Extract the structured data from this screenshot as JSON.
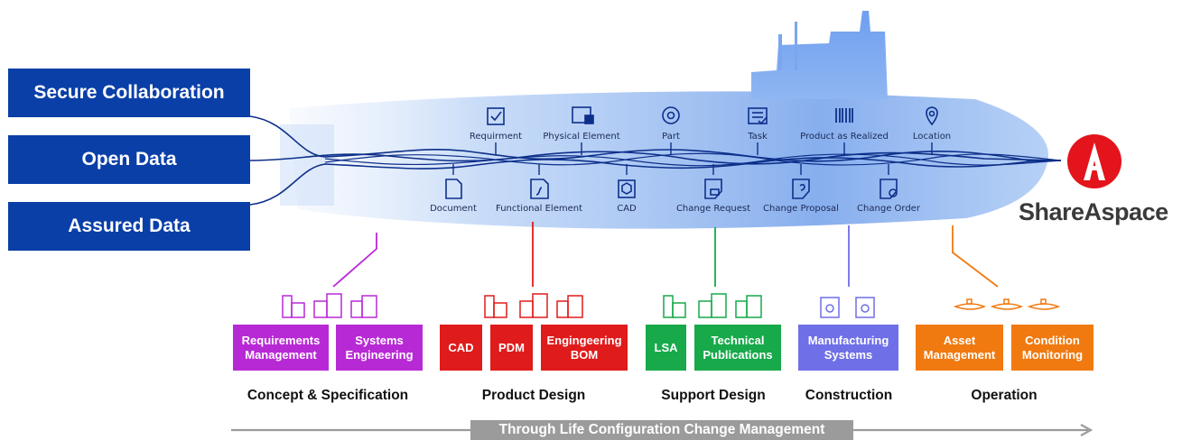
{
  "pillars": [
    "Secure Collaboration",
    "Open Data",
    "Assured Data"
  ],
  "hull_top_items": [
    {
      "label": "Requirment",
      "icon": "checkbox-icon"
    },
    {
      "label": "Physical Element",
      "icon": "physical-element-icon"
    },
    {
      "label": "Part",
      "icon": "gear-icon"
    },
    {
      "label": "Task",
      "icon": "checklist-icon"
    },
    {
      "label": "Product as Realized",
      "icon": "barcode-icon"
    },
    {
      "label": "Location",
      "icon": "location-pin-icon"
    }
  ],
  "hull_bottom_items": [
    {
      "label": "Document",
      "icon": "document-icon"
    },
    {
      "label": "Functional Element",
      "icon": "function-document-icon"
    },
    {
      "label": "CAD",
      "icon": "cad-cube-icon"
    },
    {
      "label": "Change Request",
      "icon": "change-request-icon"
    },
    {
      "label": "Change Proposal",
      "icon": "change-proposal-icon"
    },
    {
      "label": "Change Order",
      "icon": "change-order-icon"
    }
  ],
  "logo": {
    "name": "ShareAspace",
    "icon": "shareaspace-a-logo-icon"
  },
  "stages": [
    {
      "title": "Concept & Specification",
      "color": "#b829d6",
      "icon": "building-icon",
      "boxes": [
        "Requirements\nManagement",
        "Systems\nEngineering"
      ]
    },
    {
      "title": "Product Design",
      "color": "#e01b1b",
      "icon": "building-icon",
      "boxes": [
        "CAD",
        "PDM",
        "Engingeering\nBOM"
      ]
    },
    {
      "title": "Support Design",
      "color": "#17a94a",
      "icon": "building-icon",
      "boxes": [
        "LSA",
        "Technical\nPublications"
      ]
    },
    {
      "title": "Construction",
      "color": "#6f6fe8",
      "icon": "factory-robot-icon",
      "boxes": [
        "Manufacturing\nSystems"
      ]
    },
    {
      "title": "Operation",
      "color": "#f07a10",
      "icon": "submarine-icon",
      "boxes": [
        "Asset\nManagement",
        "Condition\nMonitoring"
      ]
    }
  ],
  "banner": "Through Life Configuration Change Management"
}
